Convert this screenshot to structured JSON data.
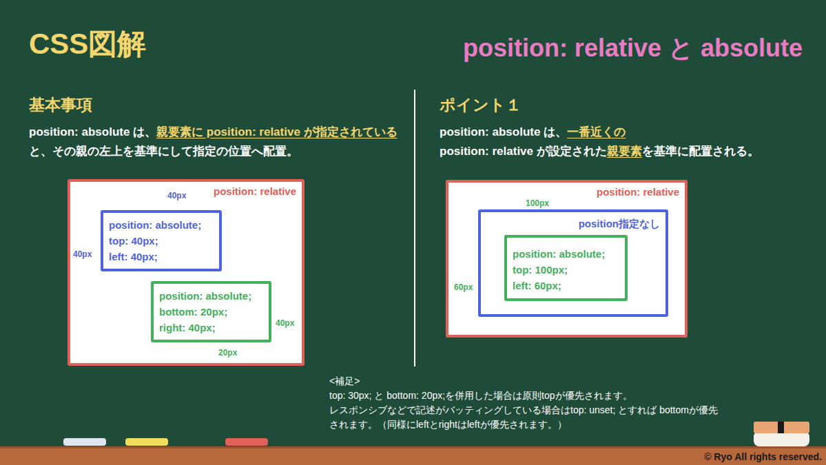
{
  "diagram": {
    "title": "CSS図解",
    "nodes": [
      {
        "text": [
          "position: relative"
        ]
      },
      {
        "text": [
          "position: absolute;",
          "top: 40px;",
          "left: 40px;"
        ],
        "in": 0
      },
      {
        "text": [
          "position: absolute;",
          "bottom: 20px;",
          "right: 40px;"
        ],
        "in": 0
      },
      {
        "text": [
          "position: relative"
        ]
      },
      {
        "text": [
          "position指定なし"
        ],
        "in": 3
      },
      {
        "text": [
          "position: absolute;",
          "top: 100px;",
          "left: 60px;"
        ],
        "in": 4
      }
    ],
    "labels": [
      "position: relative と absolute",
      "基本事項",
      "position: absolute は、",
      "親要素に position: relative が指定されている",
      "と、その親の左上を基準にして指定の位置へ配置。",
      "ポイント１",
      "position: absolute は、",
      "一番近くの",
      "position: relative が設定された",
      "親要素",
      "を基準に配置される。",
      "40px",
      "40px",
      "40px",
      "20px",
      "100px",
      "60px",
      "<補足>",
      "top: 30px; と bottom: 20px;を併用した場合は原則topが優先されます。",
      "レスポンシブなどで記述がバッティングしている場合はtop: unset; とすれば bottomが優先されます。（同様にleftとrightはleftが優先されます。）",
      "© Ryo All rights reserved."
    ]
  }
}
